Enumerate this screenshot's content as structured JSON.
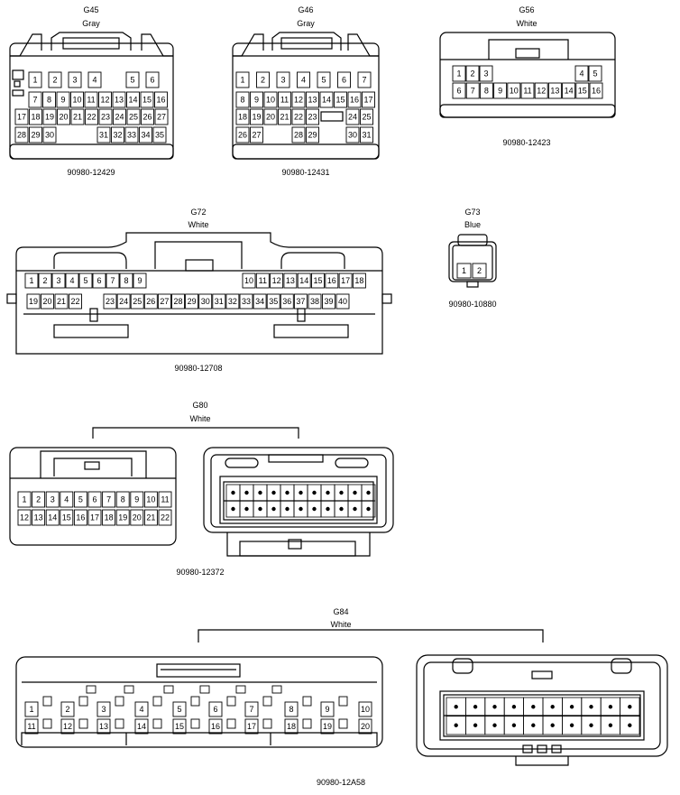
{
  "connectors": [
    {
      "id": "g45",
      "code": "G45",
      "color": "Gray",
      "part": "90980-12429",
      "rows": [
        [
          "1",
          "2",
          "3",
          "4",
          "5",
          "6"
        ],
        [
          "7",
          "8",
          "9",
          "10",
          "11",
          "12",
          "13",
          "14",
          "15",
          "16"
        ],
        [
          "17",
          "18",
          "19",
          "20",
          "21",
          "22",
          "23",
          "24",
          "25",
          "26",
          "27"
        ],
        [
          "28",
          "29",
          "30",
          "31",
          "32",
          "33",
          "34",
          "35"
        ]
      ]
    },
    {
      "id": "g46",
      "code": "G46",
      "color": "Gray",
      "part": "90980-12431",
      "rows": [
        [
          "1",
          "2",
          "3",
          "4",
          "5",
          "6",
          "7"
        ],
        [
          "8",
          "9",
          "10",
          "11",
          "12",
          "13",
          "14",
          "15",
          "16",
          "17"
        ],
        [
          "18",
          "19",
          "20",
          "21",
          "22",
          "23",
          "24",
          "25"
        ],
        [
          "26",
          "27",
          "28",
          "29",
          "30",
          "31"
        ]
      ]
    },
    {
      "id": "g56",
      "code": "G56",
      "color": "White",
      "part": "90980-12423",
      "rows": [
        [
          "1",
          "2",
          "3",
          "4",
          "5"
        ],
        [
          "6",
          "7",
          "8",
          "9",
          "10",
          "11",
          "12",
          "13",
          "14",
          "15",
          "16"
        ]
      ]
    },
    {
      "id": "g72",
      "code": "G72",
      "color": "White",
      "part": "90980-12708",
      "rows": [
        [
          "1",
          "2",
          "3",
          "4",
          "5",
          "6",
          "7",
          "8",
          "9",
          "10",
          "11",
          "12",
          "13",
          "14",
          "15",
          "16",
          "17",
          "18"
        ],
        [
          "19",
          "20",
          "21",
          "22",
          "23",
          "24",
          "25",
          "26",
          "27",
          "28",
          "29",
          "30",
          "31",
          "32",
          "33",
          "34",
          "35",
          "36",
          "37",
          "38",
          "39",
          "40"
        ]
      ]
    },
    {
      "id": "g73",
      "code": "G73",
      "color": "Blue",
      "part": "90980-10880",
      "rows": [
        [
          "1",
          "2"
        ]
      ]
    },
    {
      "id": "g80",
      "code": "G80",
      "color": "White",
      "part": "90980-12372",
      "rows": [
        [
          "1",
          "2",
          "3",
          "4",
          "5",
          "6",
          "7",
          "8",
          "9",
          "10",
          "11"
        ],
        [
          "12",
          "13",
          "14",
          "15",
          "16",
          "17",
          "18",
          "19",
          "20",
          "21",
          "22"
        ]
      ]
    },
    {
      "id": "g84",
      "code": "G84",
      "color": "White",
      "part": "90980-12A58",
      "rows": [
        [
          "1",
          "2",
          "3",
          "4",
          "5",
          "6",
          "7",
          "8",
          "9",
          "10"
        ],
        [
          "11",
          "12",
          "13",
          "14",
          "15",
          "16",
          "17",
          "18",
          "19",
          "20"
        ]
      ]
    }
  ]
}
